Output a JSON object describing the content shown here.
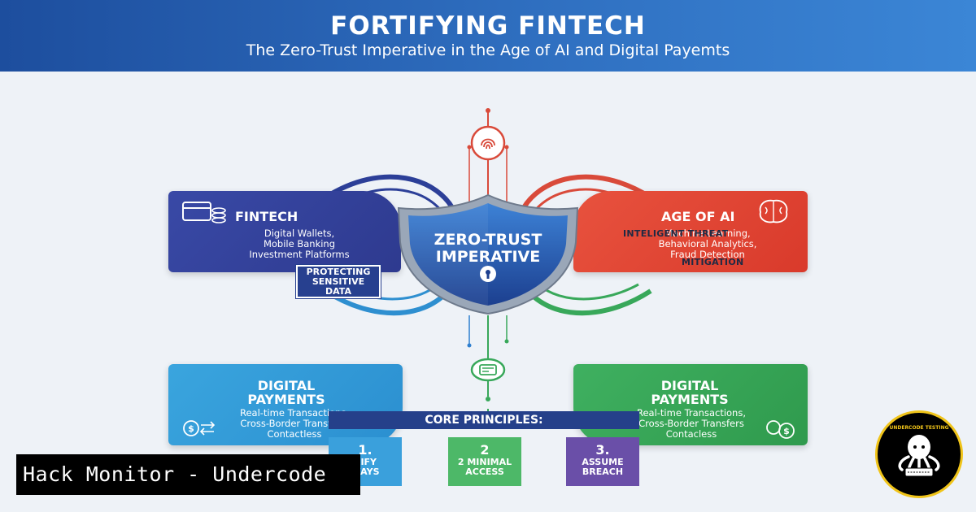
{
  "header": {
    "title": "FORTIFYING FINTECH",
    "subtitle": "The Zero-Trust Imperative in the Age of AI and Digital Payemts"
  },
  "cards": {
    "fintech": {
      "title": "FINTECH",
      "lines": [
        "Digital Wallets,",
        "Mobile Banking",
        "Investment Platforms"
      ],
      "color": "#3949a6"
    },
    "ai": {
      "title": "AGE OF AI",
      "lines": [
        "Machine Learning,",
        "Behavioral Analytics,",
        "Fraud Detection"
      ],
      "color": "#e8523e"
    },
    "payments_left": {
      "title_line1": "DIGITAL",
      "title_line2": "PAYMENTS",
      "lines": [
        "Real-time Transactions,",
        "Cross-Border Transfers,",
        "Contactless"
      ],
      "color": "#3aa5de"
    },
    "payments_right": {
      "title_line1": "DIGITAL",
      "title_line2": "PAYMENTS",
      "lines": [
        "Real-time Transactions,",
        "Cross-Border Transfers",
        "Contacless"
      ],
      "color": "#3fb060"
    }
  },
  "center": {
    "shield_line1": "ZERO-TRUST",
    "shield_line2": "IMPERATIVE",
    "protect_line1": "PROTECTING",
    "protect_line2": "SENSITIVE",
    "protect_line3": "DATA",
    "threat_line1": "INTELIGENT THREAT",
    "threat_line2": "MITIGATION"
  },
  "principles": {
    "header": "CORE PRINCIPLES:",
    "items": [
      {
        "num": "1.",
        "line1": "RIFY",
        "line2": "WAYS",
        "color": "#3aa0dc"
      },
      {
        "num": "2",
        "line1": "2 MINIMAL",
        "line2": "ACCESS",
        "color": "#4db868"
      },
      {
        "num": "3.",
        "line1": "ASSUME",
        "line2": "BREACH",
        "color": "#6a4fa8"
      }
    ]
  },
  "watermark": {
    "text": "Hack Monitor - Undercode",
    "logo_text": "UNDERCODE TESTING"
  },
  "icons": {
    "fintech": "card-and-coins-icon",
    "ai": "brain-icon",
    "payments_left": "dollar-exchange-icon",
    "payments_right": "dollar-coins-icon",
    "top": "fingerprint-icon",
    "left": "magnifier-icon",
    "right": "padlock-icon",
    "bottom": "payment-terminal-icon",
    "shield_lock": "keyhole-icon"
  }
}
